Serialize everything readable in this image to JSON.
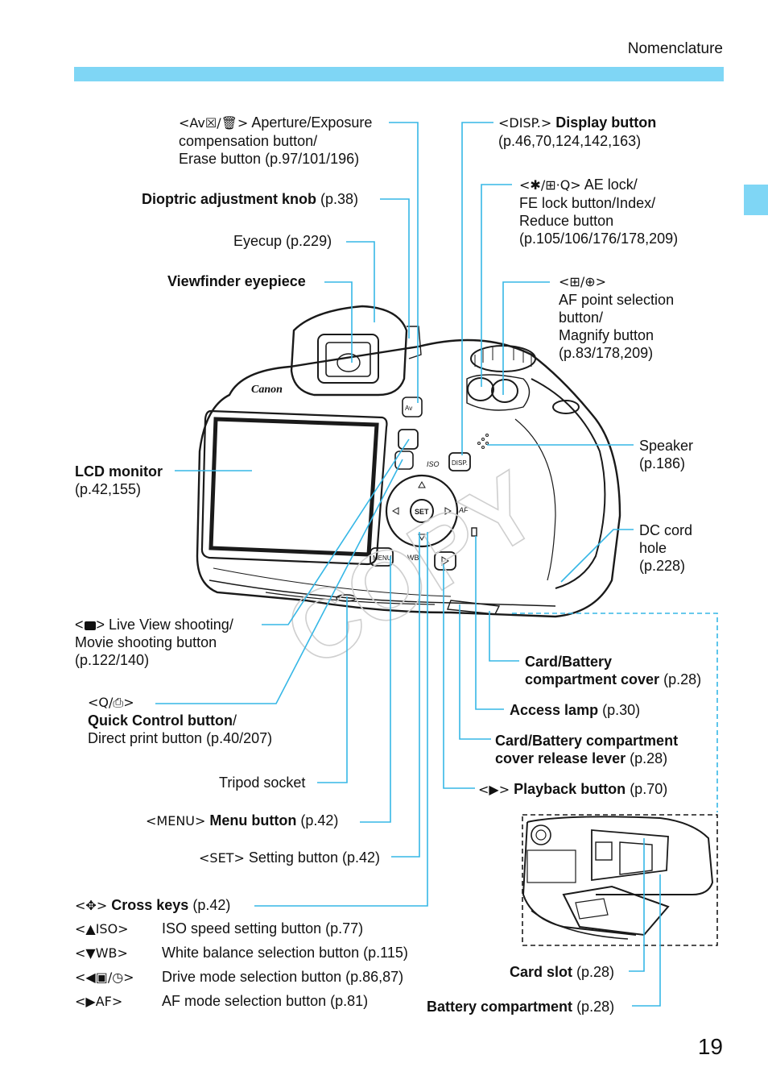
{
  "header": {
    "title": "Nomenclature"
  },
  "page_number": "19",
  "camera_marks": {
    "brand": "Canon",
    "menu": "MENU",
    "wb": "WB",
    "set": "SET",
    "disp": "DISP.",
    "iso": "ISO",
    "af": "AF",
    "av": "Av"
  },
  "callouts": {
    "aperture": {
      "symbol": "<Av☒/🗑>",
      "lines": [
        "Aperture/Exposure",
        "compensation button/",
        "Erase button (p.97/101/196)"
      ]
    },
    "dioptric": {
      "name": "Dioptric adjustment knob",
      "page": "(p.38)"
    },
    "eyecup": {
      "text": "Eyecup (p.229)"
    },
    "viewfinder": {
      "name": "Viewfinder eyepiece"
    },
    "lcd": {
      "name": "LCD monitor",
      "page": "(p.42,155)"
    },
    "liveview": {
      "symbol": "<",
      "symbol_end": ">",
      "lines": [
        "Live View shooting/",
        "Movie shooting button",
        "(p.122/140)"
      ]
    },
    "quick": {
      "symbol": "<Q/⎙>",
      "name": "Quick Control button",
      "name_tail": "/",
      "line2": "Direct print button (p.40/207)"
    },
    "tripod": {
      "text": "Tripod socket"
    },
    "menu": {
      "symbol": "<MENU>",
      "name": "Menu button",
      "page": "(p.42)"
    },
    "setting": {
      "symbol": "<SET>",
      "text": "Setting button (p.42)"
    },
    "disp": {
      "symbol": "<DISP.>",
      "name": "Display button",
      "pages": "(p.46,70,124,142,163)"
    },
    "aelock": {
      "symbol": "<✱/⊞·Q>",
      "lines": [
        "AE lock/",
        "FE lock button/Index/",
        "Reduce button",
        "(p.105/106/176/178,209)"
      ]
    },
    "afpoint": {
      "symbol": "<⊞/⊕>",
      "lines": [
        "AF point selection",
        "button/",
        "Magnify button",
        "(p.83/178,209)"
      ]
    },
    "speaker": {
      "lines": [
        "Speaker",
        "(p.186)"
      ]
    },
    "dccord": {
      "lines": [
        "DC cord",
        "hole",
        "(p.228)"
      ]
    },
    "cardcover": {
      "line1": "Card/Battery",
      "line2": "compartment cover",
      "page": "(p.28)"
    },
    "access": {
      "name": "Access lamp",
      "page": "(p.30)"
    },
    "release": {
      "line1": "Card/Battery compartment",
      "line2": "cover release lever",
      "page": "(p.28)"
    },
    "playback": {
      "symbol": "<▶>",
      "name": "Playback button",
      "page": "(p.70)"
    },
    "cardslot": {
      "name": "Card slot",
      "page": "(p.28)"
    },
    "battery": {
      "name": "Battery compartment",
      "page": "(p.28)"
    }
  },
  "cross_keys": {
    "title_symbol": "<✥>",
    "title_name": "Cross keys",
    "title_page": "(p.42)",
    "rows": [
      {
        "symbol": "<▲ISO>",
        "desc": "ISO speed setting button (p.77)"
      },
      {
        "symbol": "<▼WB>",
        "desc": "White balance selection button (p.115)"
      },
      {
        "symbol": "<◀▣/◷>",
        "desc": "Drive mode selection button (p.86,87)"
      },
      {
        "symbol": "<▶AF>",
        "desc": "AF mode selection button (p.81)"
      }
    ]
  },
  "colors": {
    "accent": "#7fd6f5",
    "leader": "#36b7e6"
  }
}
